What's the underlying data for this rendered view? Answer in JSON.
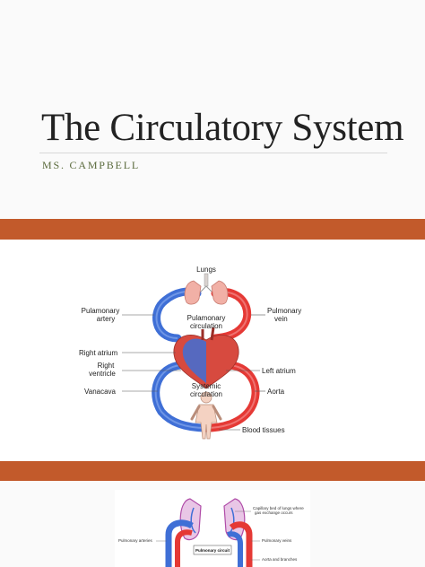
{
  "slide1": {
    "title": "The Circulatory System",
    "subtitle": "MS. CAMPBELL"
  },
  "colors": {
    "band": "#c25a2b",
    "subtitle": "#5b6b3d",
    "artery_red": "#e53935",
    "vein_blue": "#3f6fd6"
  },
  "diagram": {
    "lungs": "Lungs",
    "pulamonary_artery_1": "Pulamonary",
    "pulamonary_artery_2": "artery",
    "pulamonary_circulation_1": "Pulamonary",
    "pulamonary_circulation_2": "circulation",
    "pulmonary_vein_1": "Pulmonary",
    "pulmonary_vein_2": "vein",
    "right_atrium": "Right atrium",
    "right_ventricle_1": "Right",
    "right_ventricle_2": "ventricle",
    "left_atrium": "Left atrium",
    "systemic_circulation_1": "Systemic",
    "systemic_circulation_2": "circulation",
    "vanacava": "Vanacava",
    "aorta": "Aorta",
    "blood_tissues": "Blood tissues"
  },
  "diagram2": {
    "capillary_1": "Capillary bed of lungs where",
    "capillary_2": "gas exchange occurs",
    "pulmonary_arteries": "Pulmonary arteries",
    "pulmonary_circuit": "Pulmonary circuit",
    "pulmonary_veins": "Pulmonary veins",
    "aorta_branches": "Aorta and branches"
  }
}
